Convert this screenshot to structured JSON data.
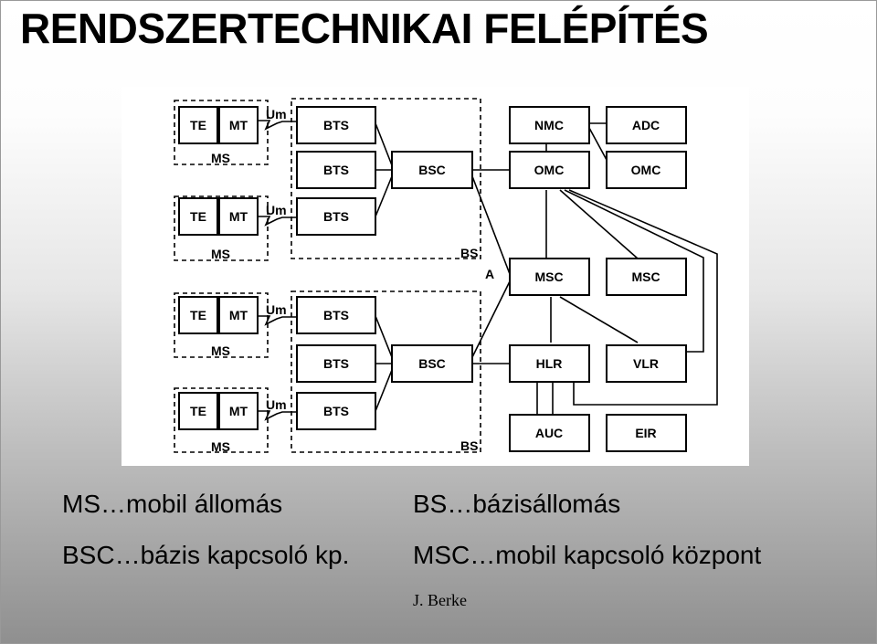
{
  "title": "RENDSZERTECHNIKAI FELÉPÍTÉS",
  "diagram": {
    "te": "TE",
    "mt": "MT",
    "ms": "MS",
    "um": "Um",
    "bts": "BTS",
    "bsc": "BSC",
    "bs": "BS",
    "a": "A",
    "nmc": "NMC",
    "adc": "ADC",
    "omc": "OMC",
    "msc": "MSC",
    "hlr": "HLR",
    "vlr": "VLR",
    "auc": "AUC",
    "eir": "EIR"
  },
  "legend": {
    "ms": "MS…mobil állomás",
    "bs": "BS…bázisállomás",
    "bsc": "BSC…bázis kapcsoló kp.",
    "msc": "MSC…mobil kapcsoló központ"
  },
  "author": "J. Berke"
}
